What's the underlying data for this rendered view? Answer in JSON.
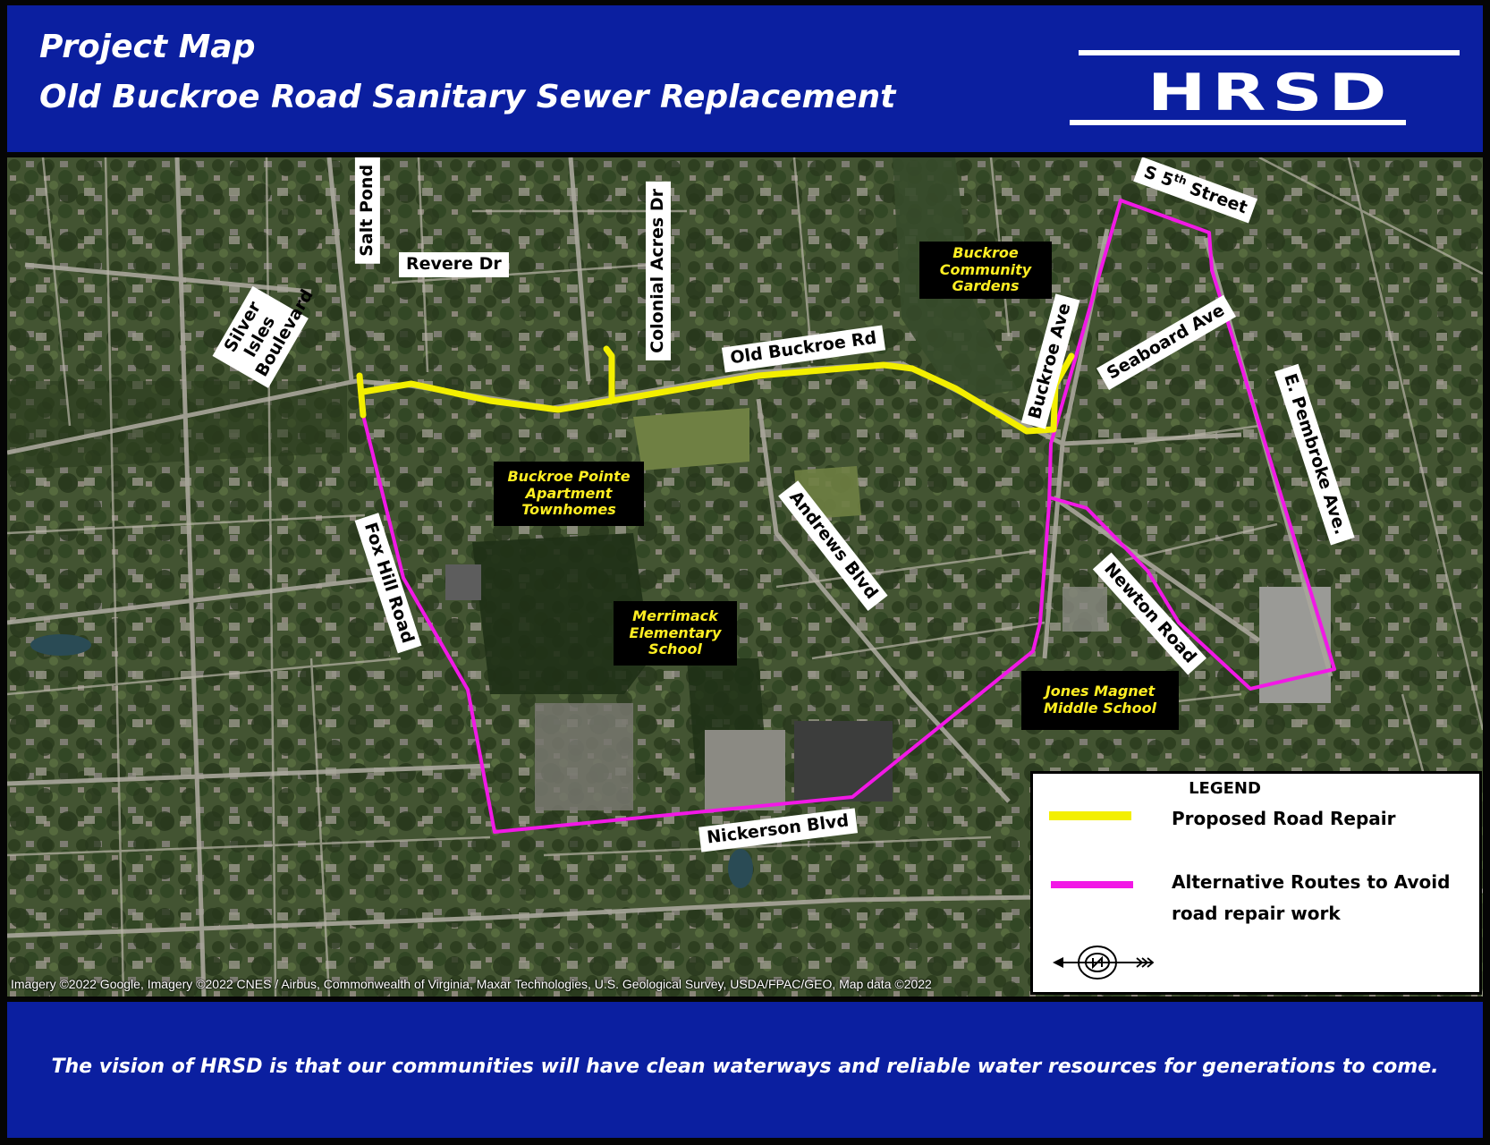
{
  "header": {
    "title_line1": "Project Map",
    "title_line2": "Old Buckroe Road Sanitary Sewer Replacement",
    "logo_text": "HRSD"
  },
  "map": {
    "road_labels": {
      "salt_pond": "Salt Pond Rd",
      "revere": "Revere Dr",
      "colonial_acres": "Colonial  Acres Dr",
      "silver_isles_1": "Silver Isles",
      "silver_isles_2": "Boulevard",
      "old_buckroe": "Old Buckroe Rd",
      "s5th_prefix": "S 5",
      "s5th_sup": "th",
      "s5th_suffix": " Street",
      "buckroe_ave": "Buckroe Ave",
      "seaboard": "Seaboard Ave",
      "e_pembroke": "E. Pembroke Ave.",
      "andrews": "Andrews Blvd",
      "fox_hill": "Fox Hill Road",
      "newton": "Newton Road",
      "nickerson": "Nickerson Blvd"
    },
    "place_labels": {
      "community_gardens": "Buckroe\nCommunity\nGardens",
      "buckroe_pointe": "Buckroe Pointe\nApartment\nTownhomes",
      "merrimack": "Merrimack\nElementary\nSchool",
      "jones": "Jones Magnet\nMiddle School"
    },
    "attribution": "Imagery ©2022 Google, Imagery ©2022 CNES / Airbus, Commonwealth of Virginia, Maxar Technologies, U.S. Geological Survey, USDA/FPAC/GEO, Map data ©2022",
    "colors": {
      "proposed_road_repair": "#f3ef00",
      "alternative_routes": "#f218e6",
      "header_blue": "#0b1fa0"
    }
  },
  "legend": {
    "title": "LEGEND",
    "proposed": "Proposed Road Repair",
    "alternative": "Alternative Routes to Avoid road repair work",
    "north_arrow_icon": "north-arrow-icon"
  },
  "footer": {
    "vision": "The vision of HRSD is that our communities will have clean waterways and reliable water resources for generations to come."
  }
}
